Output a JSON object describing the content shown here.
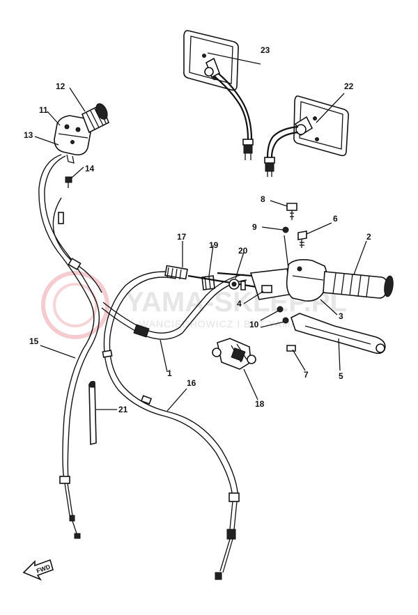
{
  "watermark": {
    "brand": "YAMA-SKLEP.PL",
    "subtitle": "WANCIEDHOWICZ I BRT YAMAHA"
  },
  "direction_marker": {
    "text": "FWD"
  },
  "callouts": [
    "1",
    "2",
    "3",
    "4",
    "5",
    "6",
    "7",
    "8",
    "9",
    "10",
    "11",
    "12",
    "13",
    "14",
    "15",
    "16",
    "17",
    "18",
    "19",
    "20",
    "21",
    "22",
    "23"
  ]
}
